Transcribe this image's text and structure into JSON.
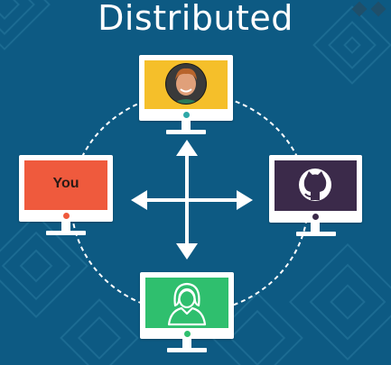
{
  "title": "Distributed",
  "nodes": {
    "top": {
      "content": "person-photo-icon",
      "screen_color": "#f5bf2a",
      "dot_color": "#2ea8a8"
    },
    "left": {
      "label": "You",
      "screen_color": "#ef5a3d",
      "dot_color": "#ef5a3d"
    },
    "right": {
      "content": "github-octocat-icon",
      "screen_color": "#3b2a4a",
      "dot_color": "#3b2a4a"
    },
    "bottom": {
      "content": "female-user-outline-icon",
      "screen_color": "#2fbf6e",
      "dot_color": "#2fbf6e"
    }
  },
  "connector": {
    "style": "dashed circle",
    "color": "#ffffff"
  },
  "arrows": {
    "directions": [
      "up",
      "down",
      "left",
      "right"
    ],
    "color": "#ffffff"
  },
  "colors": {
    "background": "#0d5a83",
    "pattern": "#1f6e95"
  }
}
